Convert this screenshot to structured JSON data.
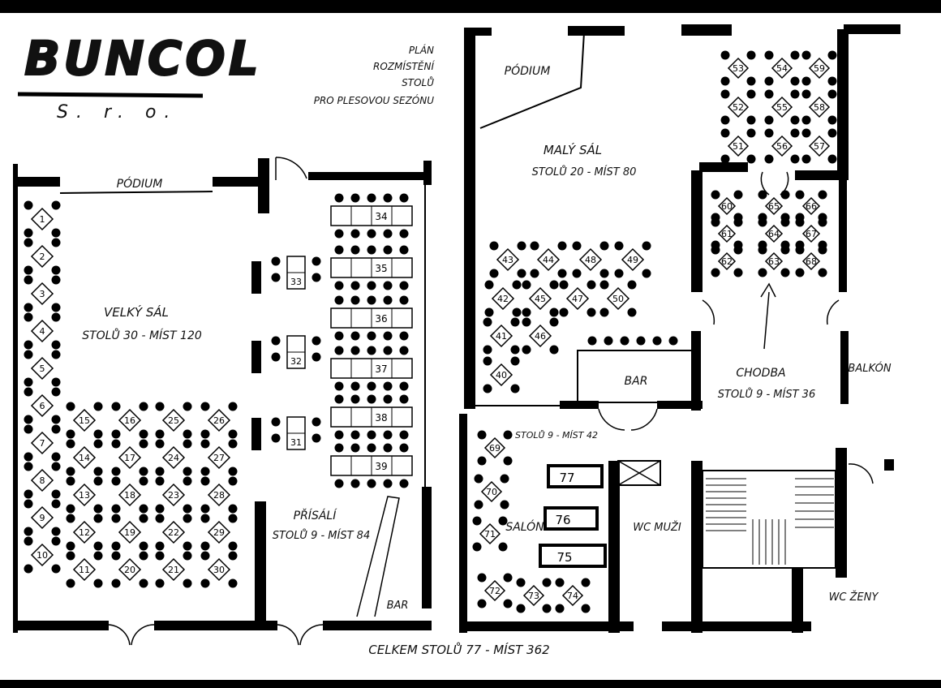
{
  "company": {
    "name": "BUNCOL",
    "sub": "S. r. o."
  },
  "plan_title": [
    "PLÁN",
    "ROZMÍSTĚNÍ",
    "STOLŮ",
    "PRO PLESOVOU SEZÓNU"
  ],
  "rooms": {
    "velky": {
      "name": "VELKÝ SÁL",
      "info": "STOLŮ 30 - MÍST 120"
    },
    "prisali": {
      "name": "PŘÍSÁLÍ",
      "info": "STOLŮ 9 - MÍST 84"
    },
    "maly": {
      "name": "MALÝ SÁL",
      "info": "STOLŮ 20 - MÍST 80"
    },
    "chodba": {
      "name": "CHODBA",
      "info": "STOLŮ 9 - MÍST 36"
    },
    "salonek": {
      "name": "SALÓNEK",
      "info": "STOLŮ 9 - MÍST 42"
    },
    "wc_muzi": "WC MUŽI",
    "wc_zeny": "WC ŽENY",
    "balkon": "BALKÓN",
    "podium1": "PÓDIUM",
    "podium2": "PÓDIUM",
    "bar1": "BAR",
    "bar2": "BAR"
  },
  "total": "CELKEM STOLŮ 77 - MÍST 362",
  "tables": {
    "velky_col1": [
      "1",
      "2",
      "3",
      "4",
      "5",
      "6",
      "7",
      "8",
      "9",
      "10"
    ],
    "velky_grid_cols": [
      [
        "15",
        "14",
        "13",
        "12",
        "11"
      ],
      [
        "16",
        "17",
        "18",
        "19",
        "20"
      ],
      [
        "25",
        "24",
        "23",
        "22",
        "21"
      ],
      [
        "26",
        "27",
        "28",
        "29",
        "30"
      ]
    ],
    "prisali_long": [
      "34",
      "35",
      "36",
      "37",
      "38",
      "39"
    ],
    "prisali_small": [
      "33",
      "32",
      "31"
    ],
    "maly_row": [
      "43",
      "44",
      "48",
      "49"
    ],
    "maly_row2": [
      "42",
      "45",
      "47",
      "50"
    ],
    "maly_col": [
      "41",
      "46",
      "40"
    ],
    "upper_right": [
      [
        "53",
        "52",
        "51"
      ],
      [
        "54",
        "55",
        "56"
      ],
      [
        "59",
        "58",
        "57"
      ]
    ],
    "chodba": [
      [
        "60",
        "61",
        "62"
      ],
      [
        "65",
        "64",
        "63"
      ],
      [
        "66",
        "67",
        "68"
      ]
    ],
    "salonek_diamonds": [
      "69",
      "70",
      "71",
      "72",
      "73",
      "74"
    ],
    "salonek_rects": [
      "77",
      "76",
      "75"
    ]
  }
}
